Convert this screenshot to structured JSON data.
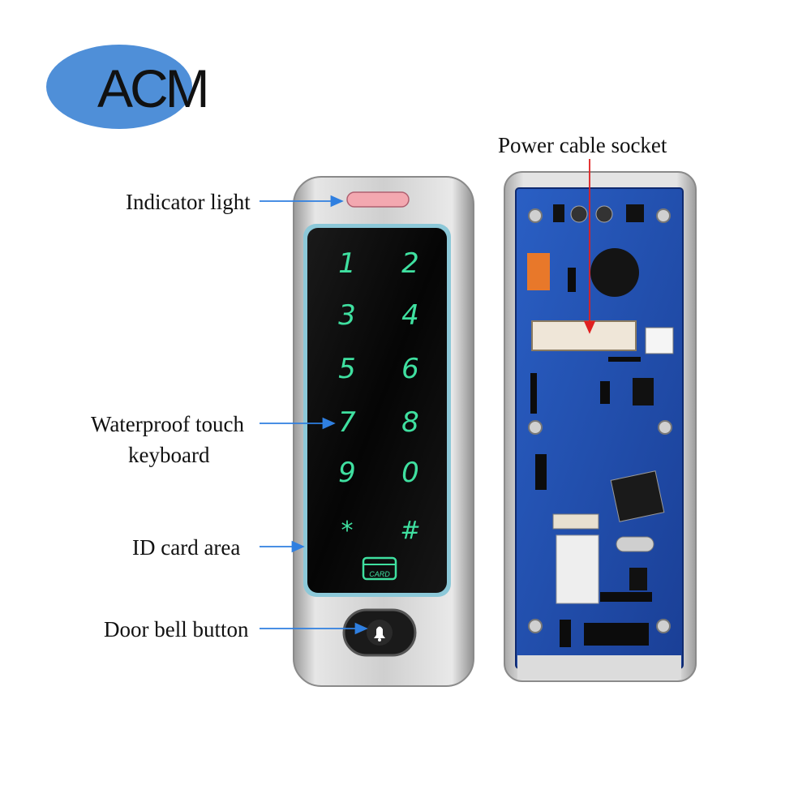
{
  "logo": {
    "text": "ACM",
    "oval_color": "#4f8fd8"
  },
  "labels": {
    "indicator_light": "Indicator light",
    "waterproof_touch_line1": "Waterproof touch",
    "waterproof_touch_line2": "keyboard",
    "id_card_area": "ID card area",
    "door_bell_button": "Door bell button",
    "power_cable_socket": "Power cable socket"
  },
  "keypad": {
    "keys": [
      "1",
      "2",
      "3",
      "4",
      "5",
      "6",
      "7",
      "8",
      "9",
      "0",
      "*",
      "#"
    ],
    "card_label": "CARD",
    "glow_color": "#3fe0a0"
  },
  "colors": {
    "callout_arrow": "#2f7fe0",
    "power_arrow": "#e02020",
    "pcb": "#1f4fb0",
    "housing": "#c8c8c8"
  }
}
